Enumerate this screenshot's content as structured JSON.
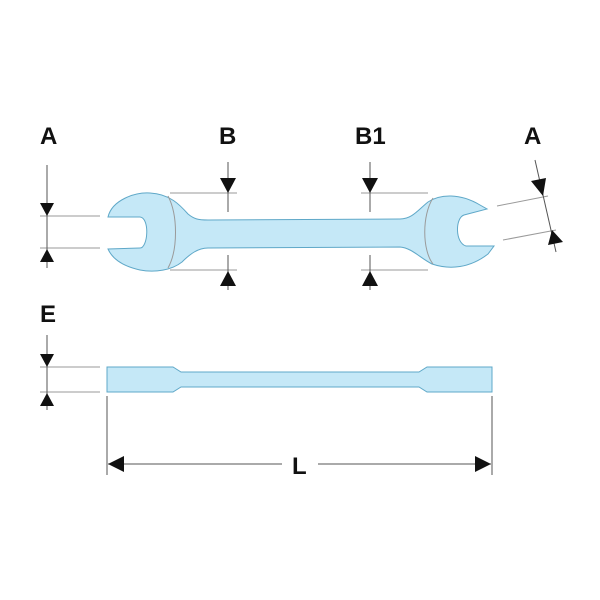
{
  "labels": {
    "a_left": "A",
    "b": "B",
    "b1": "B1",
    "a_right": "A",
    "e": "E",
    "l": "L"
  },
  "colors": {
    "wrench_fill": "#c5e8f7",
    "wrench_stroke": "#5fa8c8",
    "arrow": "#111111"
  }
}
